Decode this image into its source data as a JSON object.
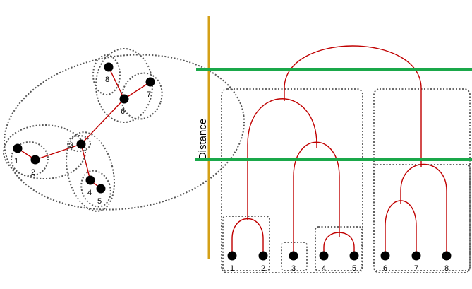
{
  "colors": {
    "edge": "#c00000",
    "threshold": "#1aa84a",
    "axis": "#d4a017",
    "node": "#000000",
    "cluster_outline": "#555555"
  },
  "scatter": {
    "point_labels": [
      "1",
      "2",
      "3",
      "4",
      "5",
      "6",
      "7",
      "8"
    ]
  },
  "dendrogram": {
    "axis_label": "Distance",
    "leaf_labels": [
      "1",
      "2",
      "3",
      "4",
      "5",
      "6",
      "7",
      "8"
    ],
    "merges": [
      {
        "left": "1",
        "right": "2"
      },
      {
        "left": "4",
        "right": "5"
      },
      {
        "left": "6",
        "right": "7"
      },
      {
        "left": "{6,7}",
        "right": "8"
      },
      {
        "left": "3",
        "right": "{4,5}"
      },
      {
        "left": "{1,2}",
        "right": "{3,4,5}"
      },
      {
        "left": "{1,2,3,4,5}",
        "right": "{6,7,8}"
      }
    ],
    "threshold_lines": 2
  }
}
